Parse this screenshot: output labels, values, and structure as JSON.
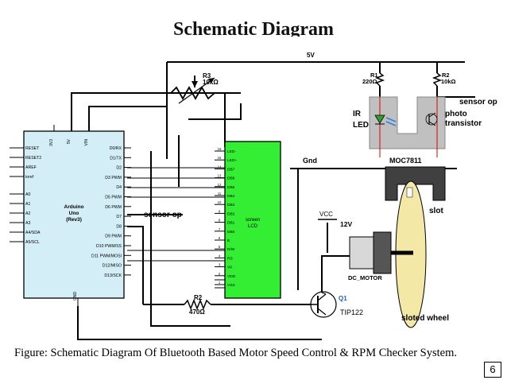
{
  "title": "Schematic Diagram",
  "caption": "Figure: Schematic Diagram Of Bluetooth Based Motor Speed Control & RPM Checker System.",
  "page_number": "6",
  "supply": {
    "vcc5": "5V",
    "gnd": "Gnd",
    "vcc": "VCC",
    "v12": "12V"
  },
  "arduino": {
    "name_line1": "Arduino",
    "name_line2": "Uno",
    "name_line3": "(Rev3)",
    "top_pins": [
      "3V3",
      "5V",
      "VIN"
    ],
    "bottom_pin": "GND",
    "left_pins": [
      "RESET",
      "RESET2",
      "AREF",
      "ioref",
      "A0",
      "A1",
      "A2",
      "A3",
      "A4/SDA",
      "A5/SCL"
    ],
    "right_pins": [
      "D0/RX",
      "D1/TX",
      "D2",
      "D3 PWM",
      "D4",
      "D5 PWM",
      "D6 PWM",
      "D7",
      "D8",
      "D9 PWM",
      "D10 PWM/SS",
      "D11 PWM/MOSI",
      "D12/MISO",
      "D13/SCK"
    ]
  },
  "lcd": {
    "name_line1": "screen",
    "name_line2": "LCD",
    "pin_numbers": [
      "16",
      "15",
      "14",
      "13",
      "12",
      "11",
      "10",
      "9",
      "8",
      "7",
      "6",
      "5",
      "4",
      "3",
      "2",
      "1"
    ],
    "pin_labels": [
      "LED-",
      "LED+",
      "DB7",
      "DB6",
      "DB5",
      "DB4",
      "DB3",
      "DB2",
      "DB1",
      "DB0",
      "E",
      "R/W",
      "RS",
      "V0",
      "VDD",
      "VSS"
    ]
  },
  "components": {
    "r3_name": "R3",
    "r3_value": "10kΩ",
    "r1_name": "R1",
    "r1_value": "220Ω",
    "r2_name": "R2",
    "r2_value": "10kΩ",
    "r2b_name": "R2",
    "r2b_value": "470Ω",
    "q1_name": "Q1",
    "q1_part": "TIP122",
    "ir_led_line1": "IR",
    "ir_led_line2": "LED",
    "photo_line1": "photo",
    "photo_line2": "transistor",
    "sensor_name": "MOC7811",
    "motor_name": "DC_MOTOR",
    "slot_label": "slot",
    "wheel_label": "sloted wheel",
    "sensor_op_right": "sensor op",
    "sensor_op_mid": "sensor op"
  },
  "colors": {
    "lcd_fill": "#33ee33",
    "wheel_fill": "#f4e8a6",
    "sensor_body": "#c0c0c0",
    "ir_arrow": "#3a7dd8",
    "ir_led": "#2ea02e"
  }
}
